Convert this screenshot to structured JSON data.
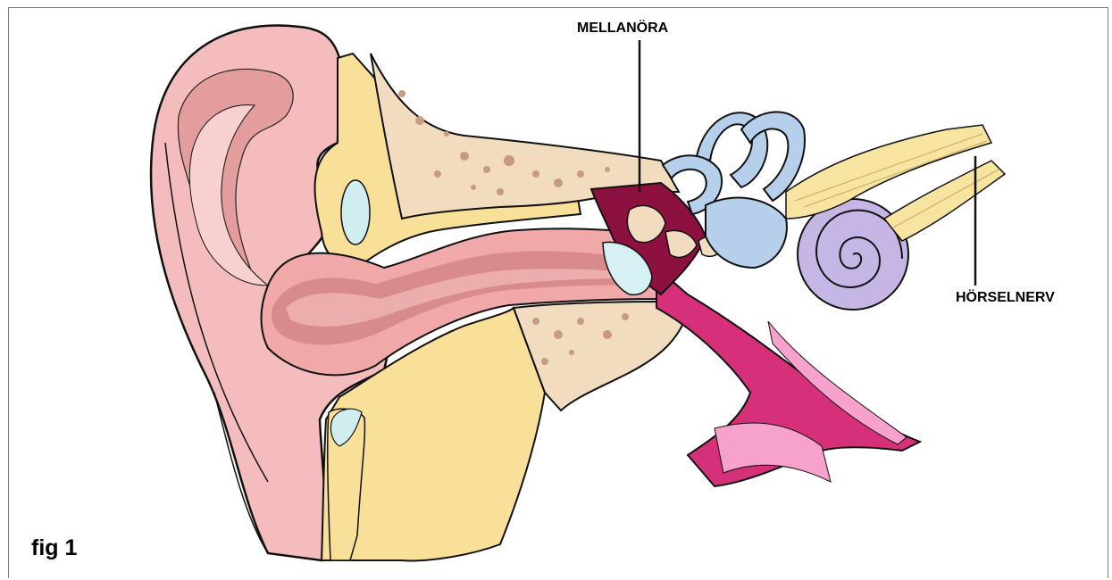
{
  "figure": {
    "caption": "fig 1",
    "labels": {
      "middle_ear": "MELLANÖRA",
      "auditory_nerve": "HÖRSELNERV"
    }
  },
  "colors": {
    "outer_ear": "#f4bcbc",
    "outer_ear_dark": "#e29a9a",
    "bone": "#f2dcc0",
    "bone_spots": "#c79a82",
    "cartilage": "#f8e098",
    "canal_inner": "#f0a8a8",
    "canal_deep": "#d98a8a",
    "middle_ear": "#8c1040",
    "eustachian": "#d6307a",
    "eustachian_light": "#f6a2cc",
    "inner_ear": "#b6d0ec",
    "inner_ear_purple": "#c6b6e6",
    "nerve": "#f6e4a0",
    "eardrum": "#d6f0f4",
    "outline": "#111111"
  }
}
